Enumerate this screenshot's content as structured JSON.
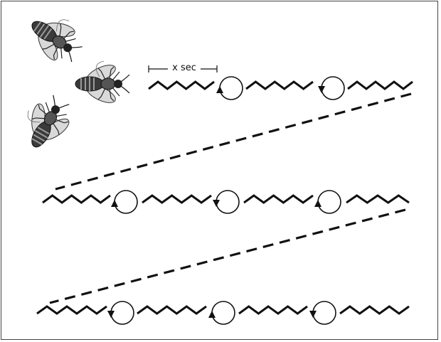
{
  "diagram": {
    "interval_label": "x sec",
    "ink_color": "#111111",
    "rows": [
      {
        "turns": [
          "cw",
          "ccw"
        ]
      },
      {
        "turns": [
          "cw",
          "ccw",
          "cw"
        ]
      },
      {
        "turns": [
          "ccw",
          "cw",
          "ccw"
        ]
      }
    ]
  }
}
